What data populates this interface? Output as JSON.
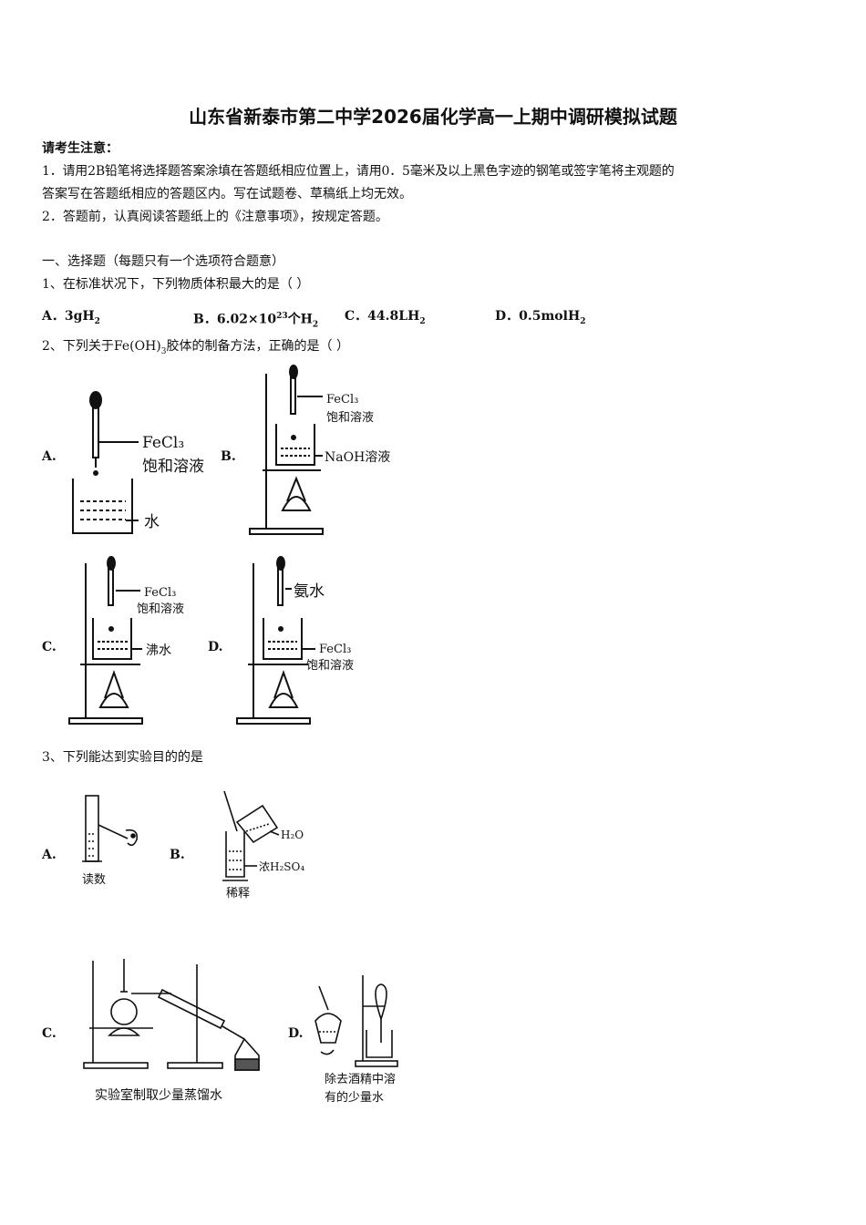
{
  "title": "山东省新泰市第二中学2026届化学高一上期中调研模拟试题",
  "notice": {
    "heading": "请考生注意：",
    "line1a": "1．请用2B铅笔将选择题答案涂填在答题纸相应位置上，请用0．5毫米及以上黑色字迹的钢笔或签字笔将主观题的",
    "line1b": "答案写在答题纸相应的答题区内。写在试题卷、草稿纸上均无效。",
    "line2": "2．答题前，认真阅读答题纸上的《注意事项》，按规定答题。"
  },
  "section1": "一、选择题（每题只有一个选项符合题意）",
  "q1": {
    "stem": "1、在标准状况下，下列物质体积最大的是（    ）",
    "optA": "A．3gH",
    "optA_sub": "2",
    "optB": "B．6.02×10",
    "optB_sup": "23",
    "optB_tail": "个H",
    "optB_sub": "2",
    "optC": "C．44.8LH",
    "optC_sub": "2",
    "optD": "D．0.5molH",
    "optD_sub": "2"
  },
  "q2": {
    "stem_a": "2、下列关于Fe(OH)",
    "stem_sub": "3",
    "stem_b": "胶体的制备方法，正确的是（       ）",
    "A": "A.",
    "B": "B.",
    "C": "C.",
    "D": "D.",
    "figA": {
      "fecl3": "FeCl₃",
      "sat": "饱和溶液",
      "water": "水"
    },
    "figB": {
      "fecl3": "FeCl₃",
      "sat": "饱和溶液",
      "naoh": "NaOH溶液"
    },
    "figC": {
      "fecl3": "FeCl₃",
      "sat": "饱和溶液",
      "boil": "沸水"
    },
    "figD": {
      "ammonia": "氨水",
      "fecl3": "FeCl₃",
      "sat": "饱和溶液"
    }
  },
  "q3": {
    "stem": "3、下列能达到实验目的的是",
    "A": "A.",
    "B": "B.",
    "C": "C.",
    "D": "D.",
    "figA": {
      "caption": "读数"
    },
    "figB": {
      "h2o": "H₂O",
      "acid": "浓H₂SO₄",
      "caption": "稀释"
    },
    "figC": {
      "caption": "实验室制取少量蒸馏水"
    },
    "figD": {
      "caption1": "除去酒精中溶",
      "caption2": "有的少量水"
    }
  }
}
